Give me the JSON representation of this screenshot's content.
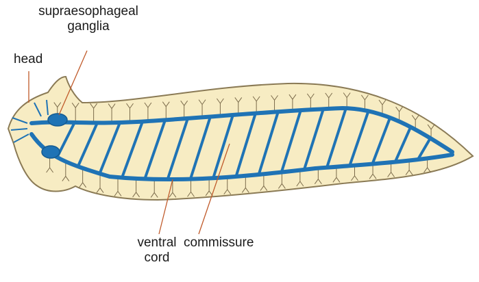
{
  "labels": {
    "supraesophageal": [
      "supraesophageal",
      "ganglia"
    ],
    "head": "head",
    "ventral_cord": [
      "ventral",
      "cord"
    ],
    "commissure": "commissure"
  },
  "colors": {
    "body_fill": "#f7ecc3",
    "body_outline": "#8a7a55",
    "nerve": "#1f73b5",
    "nerve_dark": "#155a90",
    "branch": "#7a6a4a",
    "leader": "#c05a2a",
    "text": "#1a1a1a"
  },
  "structure": {
    "commissure_count": 17
  }
}
